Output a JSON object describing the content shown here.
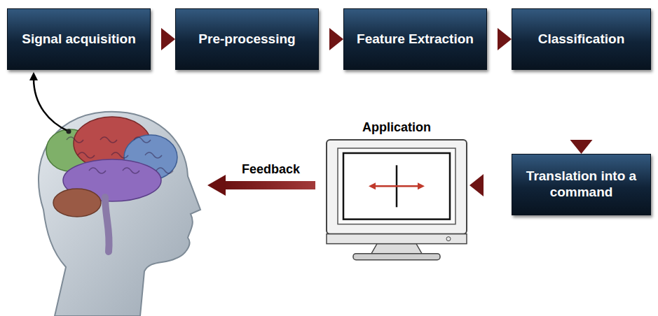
{
  "diagram": {
    "nodes": [
      {
        "text": [
          "Signal acquisition"
        ]
      },
      {
        "text": [
          "Pre-processing"
        ]
      },
      {
        "text": [
          "Feature Extraction"
        ]
      },
      {
        "text": [
          "Classification"
        ]
      },
      {
        "text": [
          "Translation into a command"
        ]
      },
      {
        "text": [
          "Application"
        ]
      }
    ],
    "edges": [
      {
        "from": 0,
        "to": 1,
        "arrow": "to"
      },
      {
        "from": 1,
        "to": 2,
        "arrow": "to"
      },
      {
        "from": 2,
        "to": 3,
        "arrow": "to"
      },
      {
        "from": 3,
        "to": 4,
        "arrow": "to"
      },
      {
        "from": 4,
        "to": 5,
        "arrow": "to"
      }
    ],
    "labels": [
      "Feedback"
    ]
  }
}
